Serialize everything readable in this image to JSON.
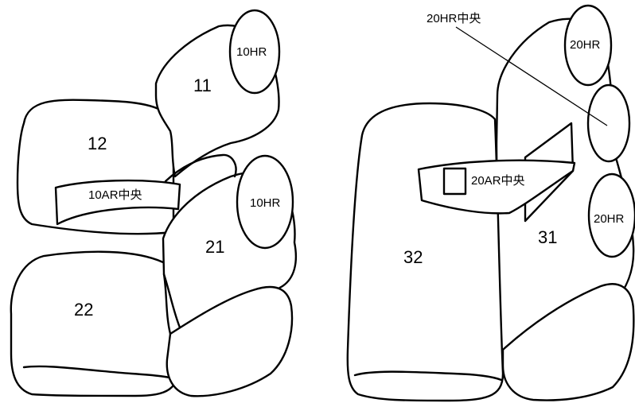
{
  "labels": {
    "part_11": "11",
    "part_12": "12",
    "part_21": "21",
    "part_22": "22",
    "part_31": "31",
    "part_32": "32",
    "headrest_10hr_top": "10HR",
    "headrest_10hr_mid": "10HR",
    "armrest_10ar": "10AR中央",
    "headrest_20hr_top": "20HR",
    "headrest_20hr_bottom": "20HR",
    "armrest_20ar": "20AR中央",
    "callout_20hr_center": "20HR中央"
  },
  "colors": {
    "stroke": "#000000",
    "fill": "#ffffff"
  }
}
